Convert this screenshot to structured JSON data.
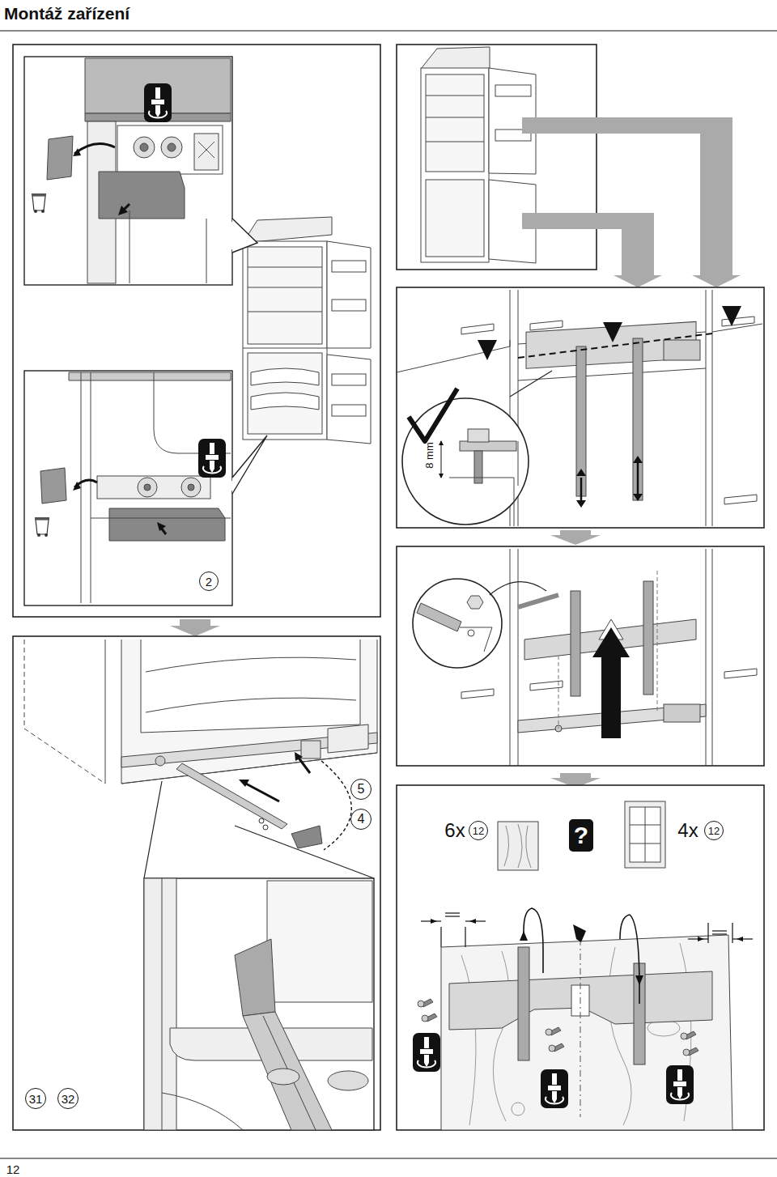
{
  "diagram": {
    "title": "Montáž zařízení",
    "labels": [
      "2",
      "5",
      "4",
      "31",
      "32",
      "8 mm",
      "6x",
      "12",
      "?",
      "4x",
      "12",
      "12"
    ]
  }
}
